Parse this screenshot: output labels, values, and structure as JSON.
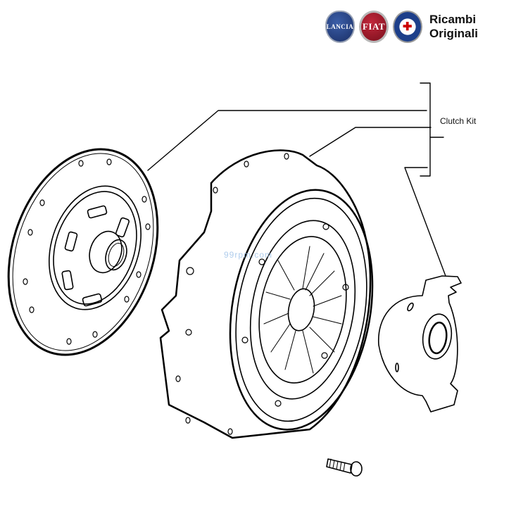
{
  "header": {
    "brands": [
      {
        "name": "LANCIA",
        "icon": "lancia-logo-icon"
      },
      {
        "name": "FIAT",
        "icon": "fiat-logo-icon"
      },
      {
        "name": "✚",
        "icon": "alfa-romeo-logo-icon"
      }
    ],
    "title_line1": "Ricambi",
    "title_line2": "Originali"
  },
  "diagram": {
    "group_label": "Clutch Kit",
    "parts": [
      "clutch-disc",
      "pressure-plate",
      "release-bearing",
      "bolt"
    ],
    "watermark": "99rpm.com"
  }
}
